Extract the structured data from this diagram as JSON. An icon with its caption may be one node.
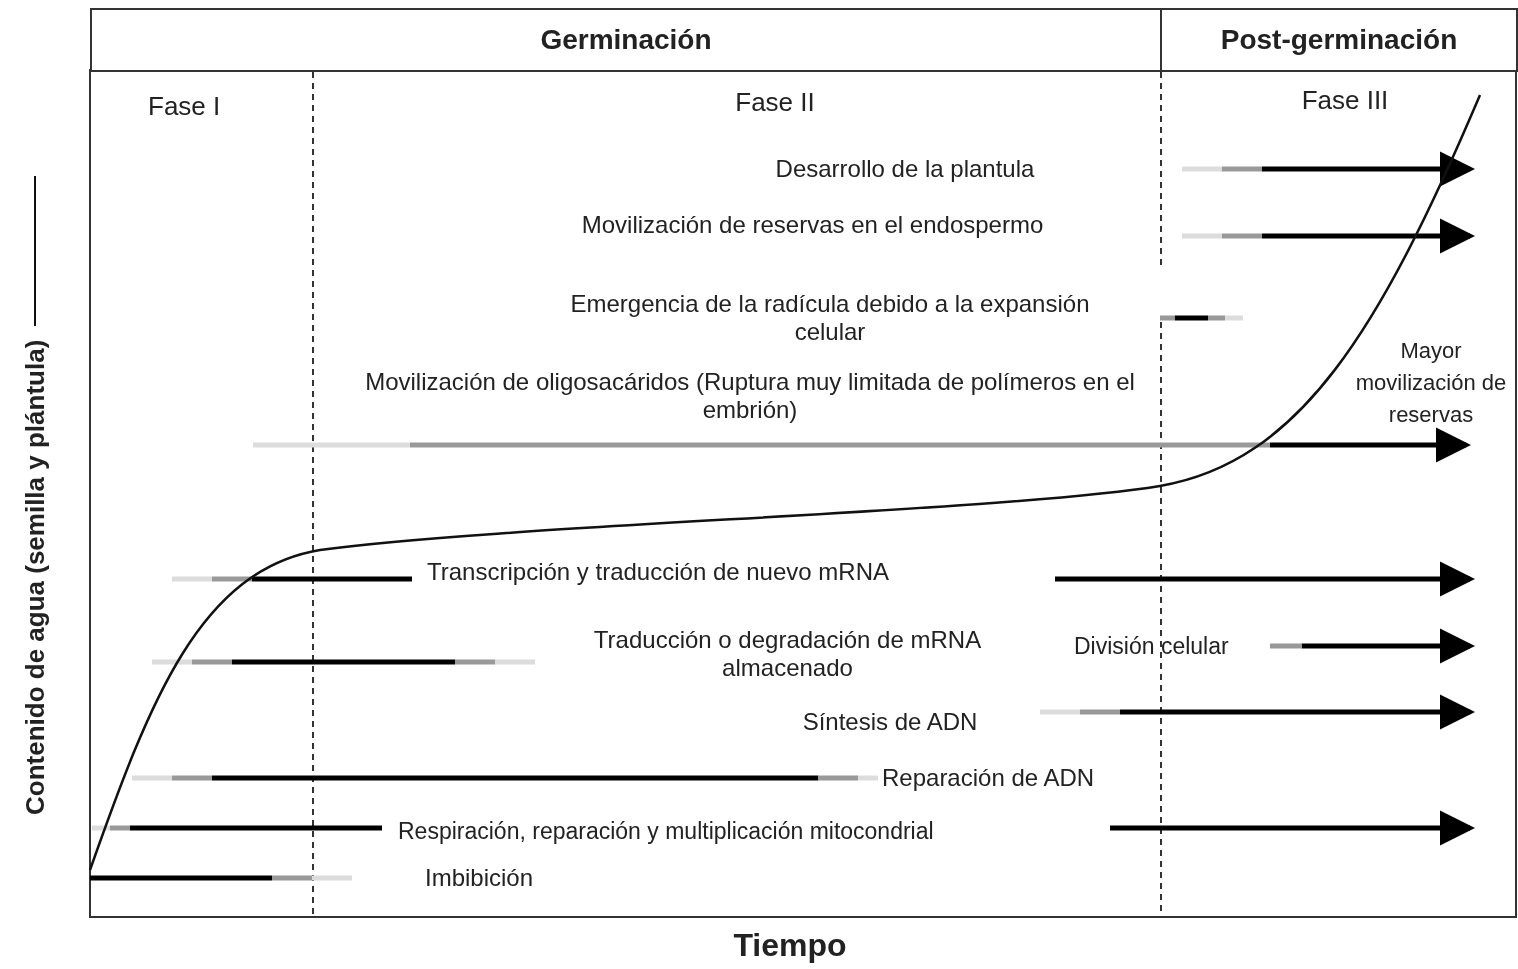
{
  "diagram": {
    "nodes": [
      {
        "text": [
          "Germinación"
        ]
      },
      {
        "text": [
          "Post-germinación"
        ]
      }
    ],
    "edges": [],
    "labels": [
      "Fase I",
      "Fase II",
      "Fase III",
      "Desarrollo de la plantula",
      "Movilización de reservas en el endospermo",
      "Emergencia de la radícula debido a la expansión celular",
      "Movilización de oligosacáridos (Ruptura muy limitada de polímeros en el embrión)",
      "Mayor movilización de reservas",
      "Transcripción y traducción de nuevo mRNA",
      "Traducción o degradación de mRNA almacenado",
      "División celular",
      "Síntesis de ADN",
      "Reparación de ADN",
      "Respiración, reparación y multiplicación mitocondrial",
      "Imbibición",
      "Tiempo"
    ],
    "legend": [
      {
        "text": "Contenido de agua (semilla y plántula)"
      }
    ]
  }
}
